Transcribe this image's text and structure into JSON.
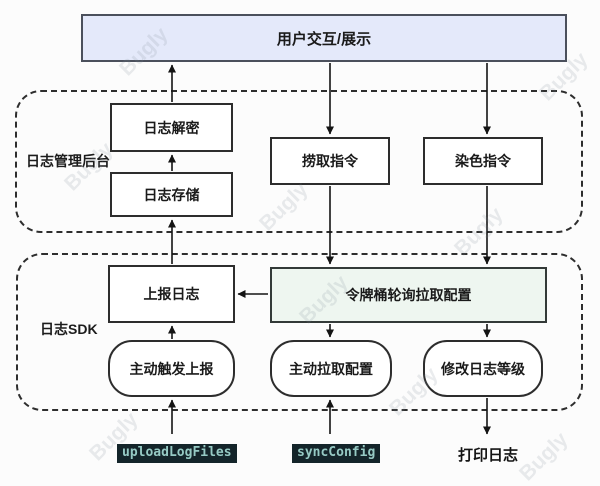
{
  "diagram": {
    "top_node": {
      "label": "用户交互/展示"
    },
    "backend_group": {
      "label": "日志管理后台",
      "nodes": {
        "decrypt": "日志解密",
        "storage": "日志存储",
        "fetch_cmd": "捞取指令",
        "dye_cmd": "染色指令"
      }
    },
    "sdk_group": {
      "label": "日志SDK",
      "nodes": {
        "report": "上报日志",
        "token_bucket": "令牌桶轮询拉取配置",
        "trigger_report": "主动触发上报",
        "pull_config": "主动拉取配置",
        "modify_level": "修改日志等级"
      }
    },
    "bottom": {
      "upload_api": "uploadLogFiles",
      "sync_api": "syncConfig",
      "print_log": "打印日志"
    },
    "watermark": "Bugly",
    "colors": {
      "top_node_fill": "#e4e9fa",
      "token_bucket_fill": "#eef6f0",
      "node_border": "#2d2d2d",
      "chip_background": "#14252a",
      "chip_text": "#96cac4",
      "watermark_text": "#7d8a96"
    }
  }
}
